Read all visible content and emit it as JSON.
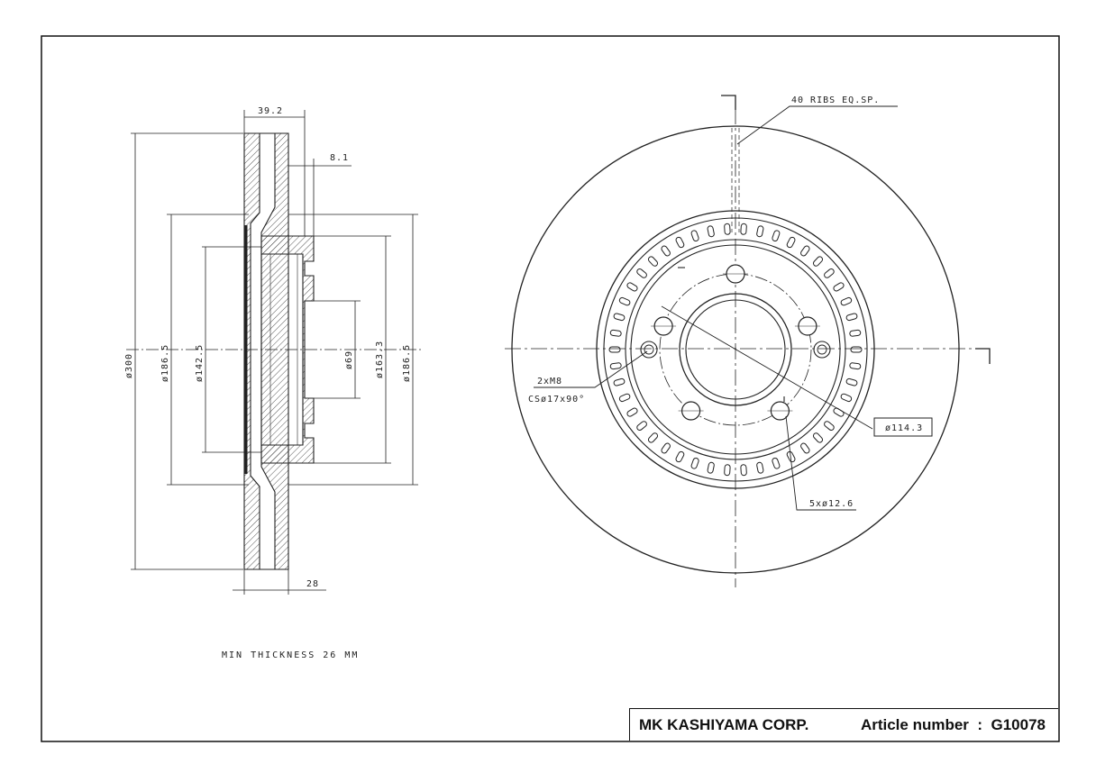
{
  "title_block": {
    "company": "MK KASHIYAMA CORP.",
    "article_label": "Article number",
    "article_separator": ":",
    "article_number": "G10078"
  },
  "note": "MIN THICKNESS 26 MM",
  "section_view": {
    "dims": {
      "overall_width": "39.2",
      "hat_depth": "8.1",
      "thickness": "28",
      "outer_dia": "ø300",
      "dia_1865_a": "ø186.5",
      "dia_1425": "ø142.5",
      "dia_69": "ø69",
      "dia_1633": "ø163.3",
      "dia_1865_b": "ø186.5"
    }
  },
  "front_view": {
    "labels": {
      "ribs": "40 RIBS EQ.SP.",
      "thread_1": "2xM8",
      "thread_2": "CSø17x90°",
      "pcd": "ø114.3",
      "bolt_holes": "5xø12.6"
    }
  }
}
